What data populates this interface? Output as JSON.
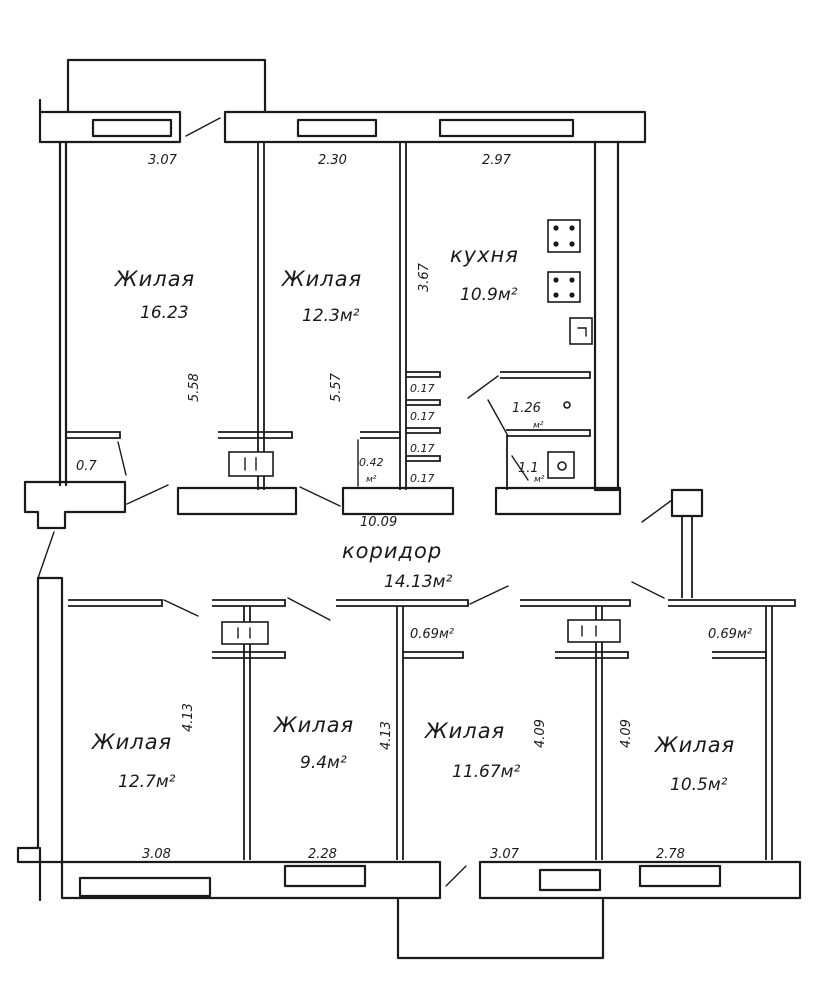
{
  "plan": {
    "rooms": [
      {
        "id": "living-1",
        "name": "Жилая",
        "area": "16.23"
      },
      {
        "id": "living-2",
        "name": "Жилая",
        "area": "12.3м²"
      },
      {
        "id": "kitchen",
        "name": "кухня",
        "area": "10.9м²"
      },
      {
        "id": "corridor",
        "name": "коридор",
        "area": "14.13м²",
        "length": "10.09"
      },
      {
        "id": "living-3",
        "name": "Жилая",
        "area": "12.7м²"
      },
      {
        "id": "living-4",
        "name": "Жилая",
        "area": "9.4м²"
      },
      {
        "id": "living-5",
        "name": "Жилая",
        "area": "11.67м²"
      },
      {
        "id": "living-6",
        "name": "Жилая",
        "area": "10.5м²"
      }
    ],
    "dimensions": {
      "top_widths": [
        "3.07",
        "2.30",
        "2.97"
      ],
      "bottom_widths": [
        "3.08",
        "2.28",
        "3.07",
        "2.78"
      ],
      "depths": [
        "5.58",
        "5.57",
        "3.67",
        "4.13",
        "4.13",
        "4.09",
        "4.09"
      ]
    },
    "utility": {
      "closet_07": "0.7",
      "closet_042": "0.42",
      "closet_042_unit": "м²",
      "shelves": [
        "0.17",
        "0.17",
        "0.17",
        "0.17"
      ],
      "bath": "1.26",
      "bath_unit": "м²",
      "wc": "1.1",
      "wc_unit": "м²",
      "closet_069_left": "0.69м²",
      "closet_069_right": "0.69м²"
    }
  }
}
